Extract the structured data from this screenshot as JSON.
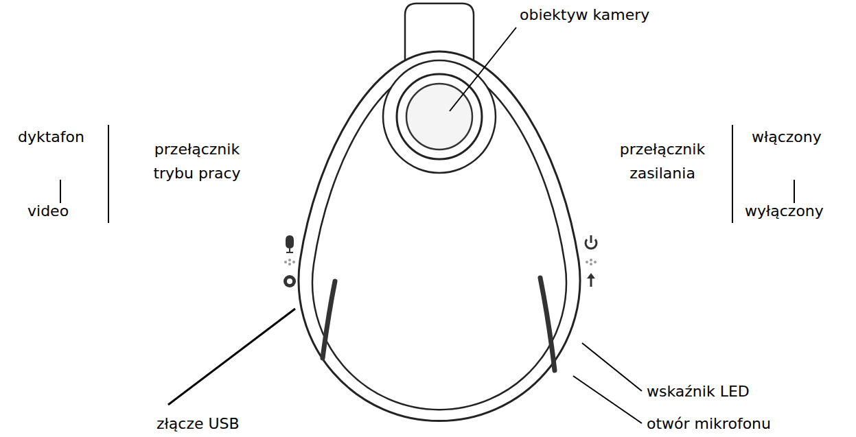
{
  "diagram": {
    "labels": [
      "obiektyw kamery",
      "dyktafon",
      "video",
      "przełącznik trybu pracy",
      "przełącznik zasilania",
      "włączony",
      "wyłączony",
      "wskaźnik LED",
      "otwór mikrofonu",
      "złącze USB"
    ]
  }
}
